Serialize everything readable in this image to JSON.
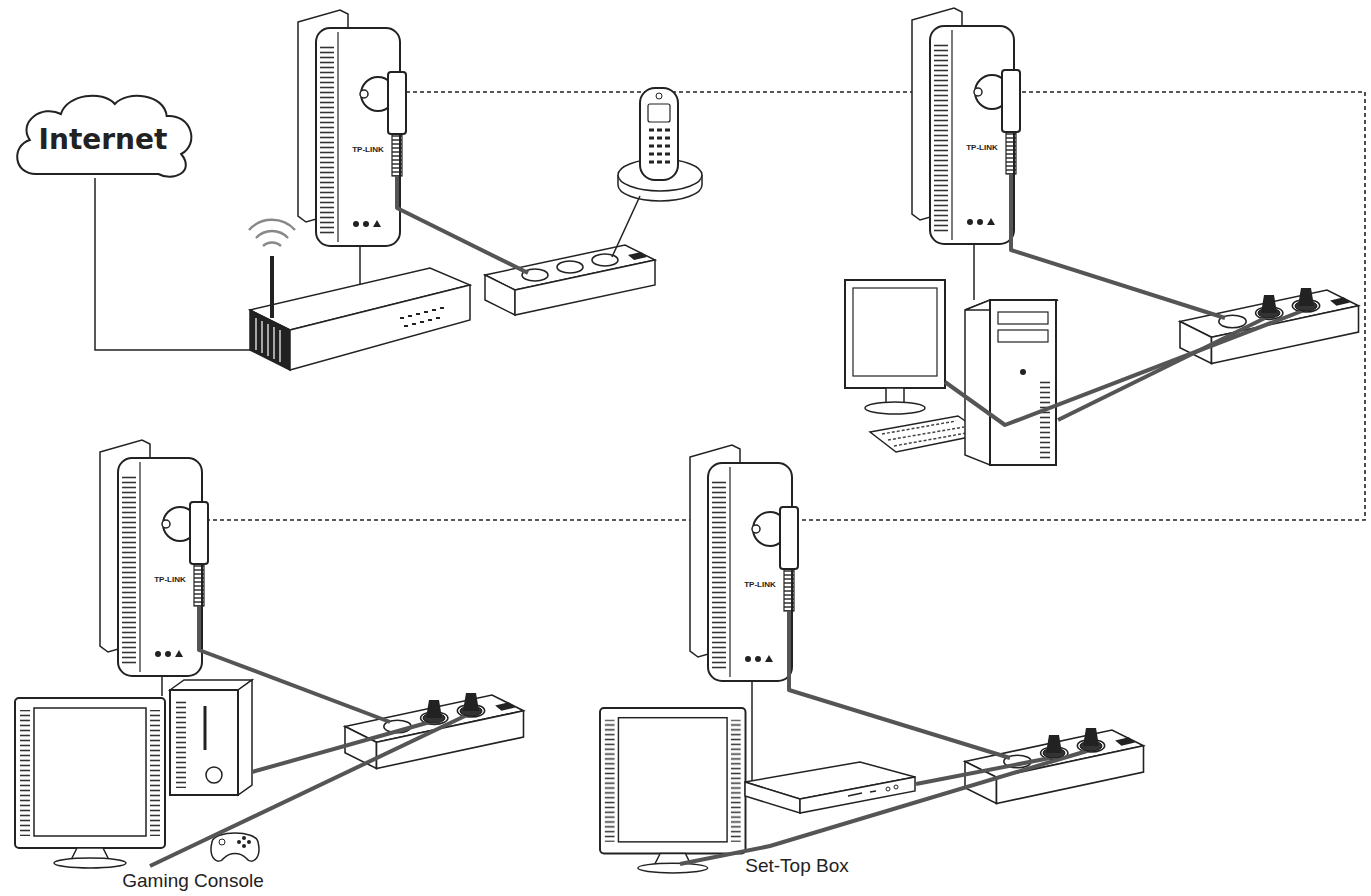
{
  "diagram": {
    "nodes": [
      {
        "text": [
          "Internet"
        ]
      }
    ],
    "labels": [
      "TP-LINK",
      "TP-LINK",
      "TP-LINK",
      "TP-LINK",
      "Gaming Console",
      "Set-Top Box"
    ]
  }
}
